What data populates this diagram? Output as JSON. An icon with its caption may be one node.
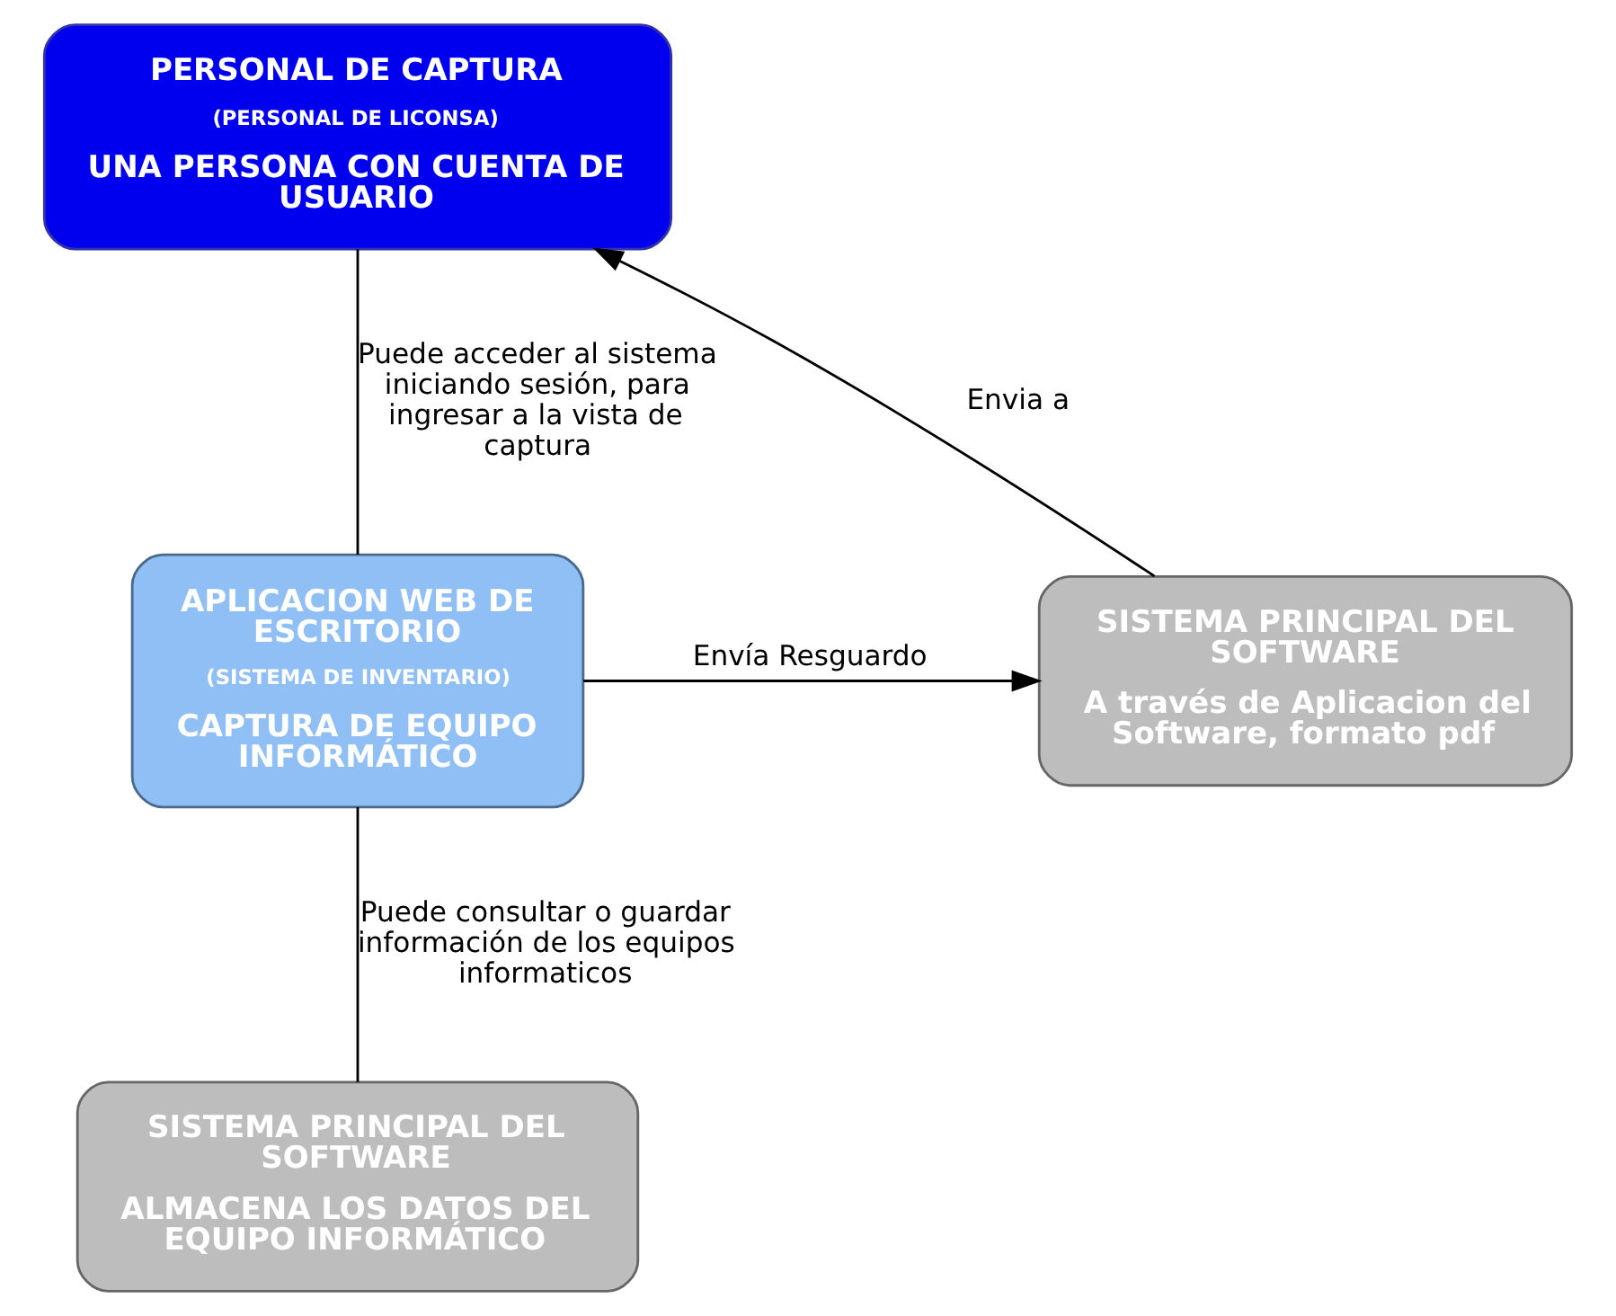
{
  "diagram": {
    "nodes": [
      {
        "text": [
          "PERSONAL DE CAPTURA",
          "(PERSONAL DE LICONSA)",
          "UNA PERSONA CON CUENTA DE USUARIO"
        ]
      },
      {
        "text": [
          "APLICACION WEB DE ESCRITORIO",
          "(SISTEMA DE INVENTARIO)",
          "CAPTURA DE EQUIPO INFORMÁTICO"
        ]
      },
      {
        "text": [
          "SISTEMA PRINCIPAL DEL SOFTWARE",
          "A través de Aplicacion del Software, formato pdf"
        ]
      },
      {
        "text": [
          "SISTEMA PRINCIPAL DEL SOFTWARE",
          "ALMACENA LOS DATOS DEL EQUIPO INFORMÁTICO"
        ]
      }
    ],
    "edges": [
      {
        "from": 0,
        "to": 1,
        "arrow": "none",
        "label": "Puede acceder al sistema iniciando sesión, para ingresar a la vista de captura"
      },
      {
        "from": 1,
        "to": 2,
        "arrow": "to",
        "label": "Envía Resguardo"
      },
      {
        "from": 2,
        "to": 0,
        "arrow": "to",
        "label": "Envia a"
      },
      {
        "from": 1,
        "to": 3,
        "arrow": "none",
        "label": "Puede consultar o guardar información de los equipos informaticos"
      }
    ]
  }
}
